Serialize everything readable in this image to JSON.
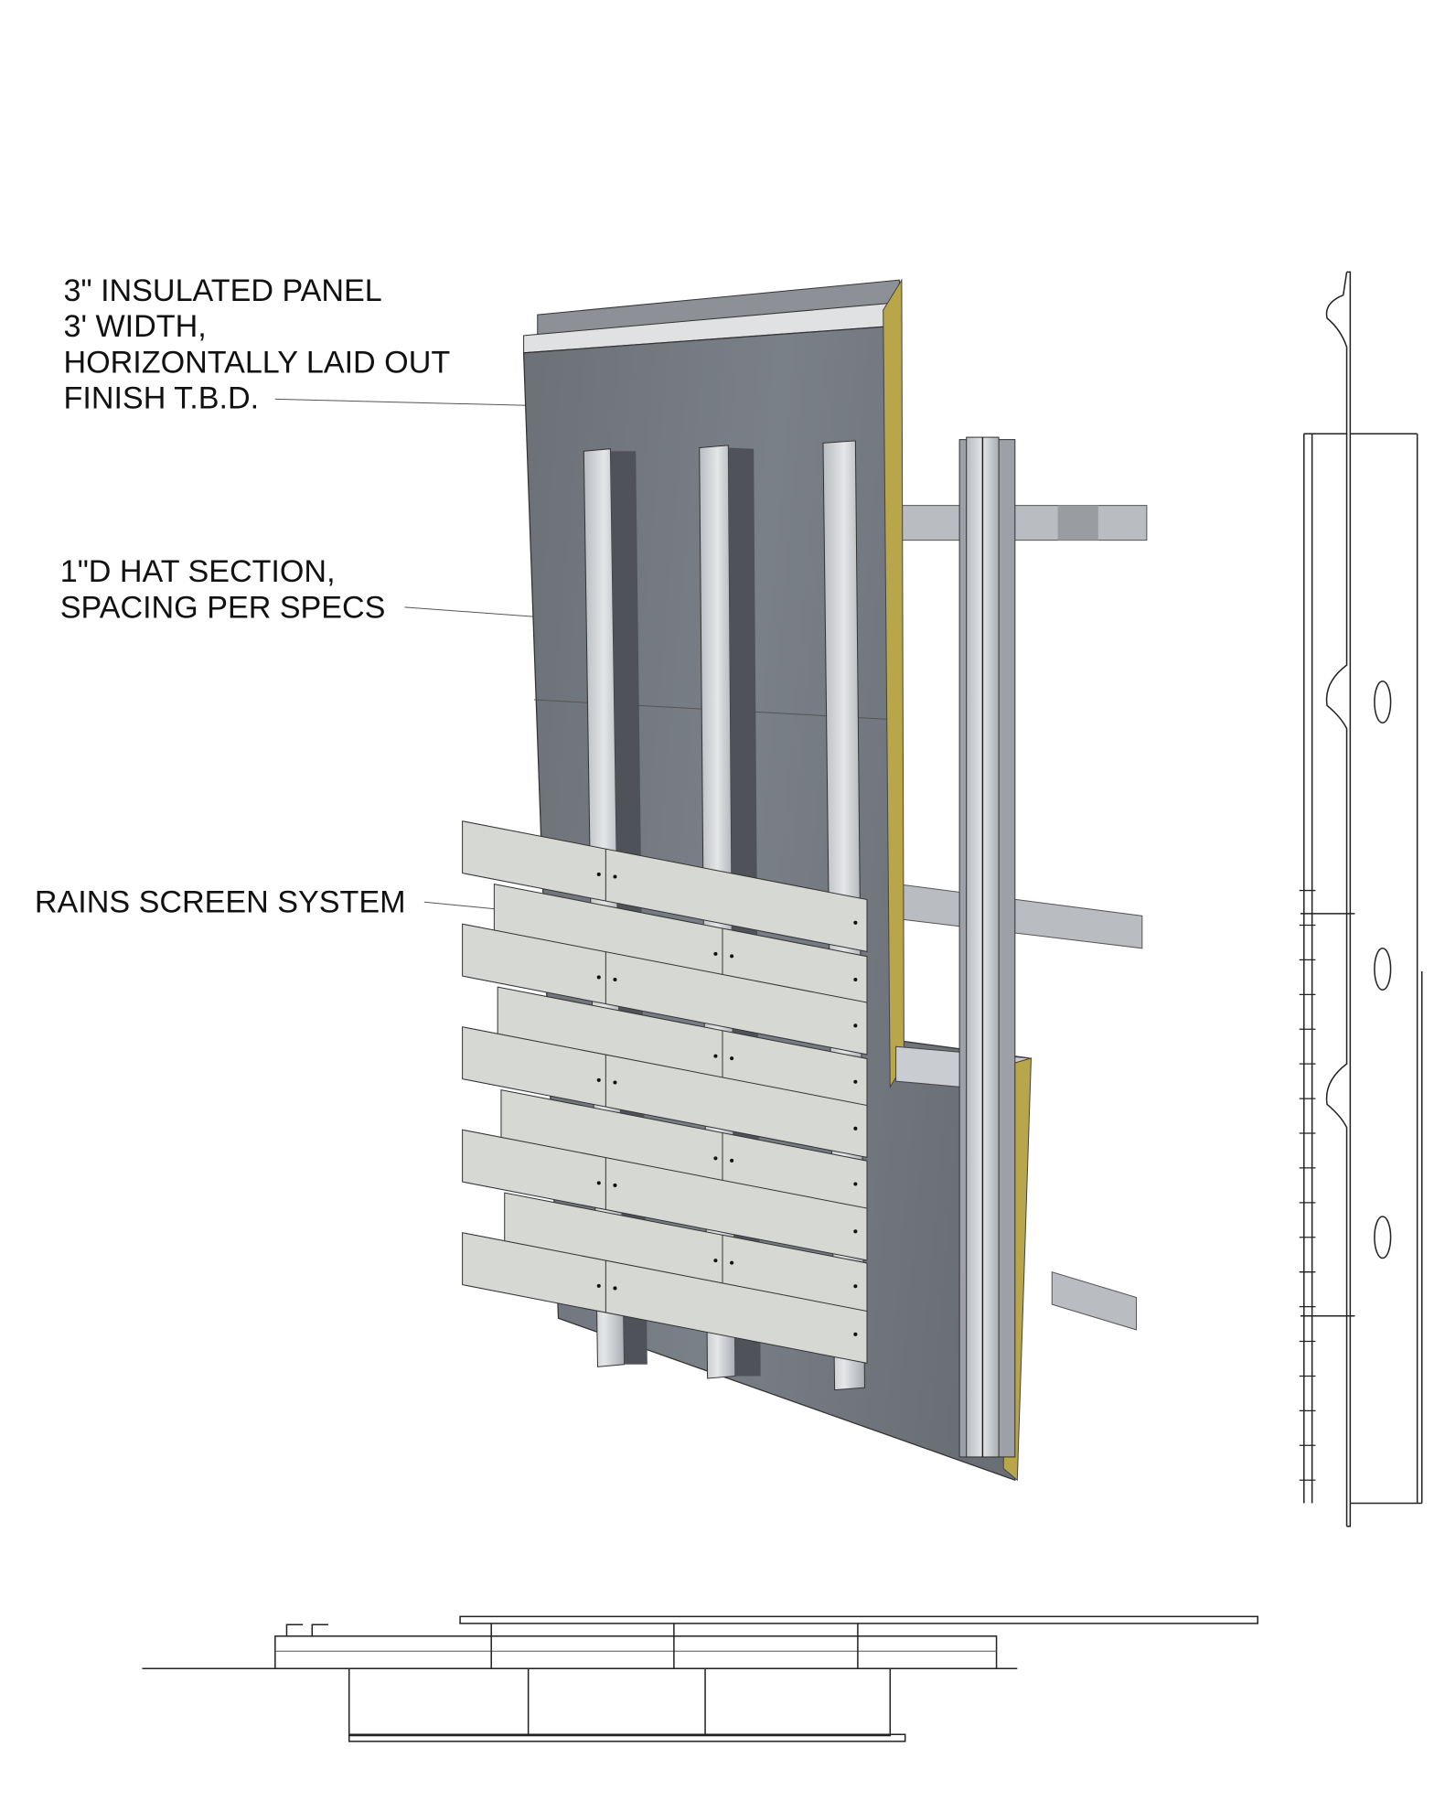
{
  "labels": {
    "insulated_panel": [
      "3\" INSULATED PANEL",
      "3' WIDTH,",
      "HORIZONTALLY LAID OUT",
      "FINISH T.B.D."
    ],
    "hat_section": [
      "1\"D HAT SECTION,",
      "SPACING PER SPECS"
    ],
    "rain_screen": "RAINS SCREEN SYSTEM"
  },
  "colors": {
    "panel": "#6f747b",
    "insulation": "#b9a54a",
    "metal_light": "#c9ccd0",
    "board": "#d6d8d4"
  },
  "rain_screen_rows": 9
}
